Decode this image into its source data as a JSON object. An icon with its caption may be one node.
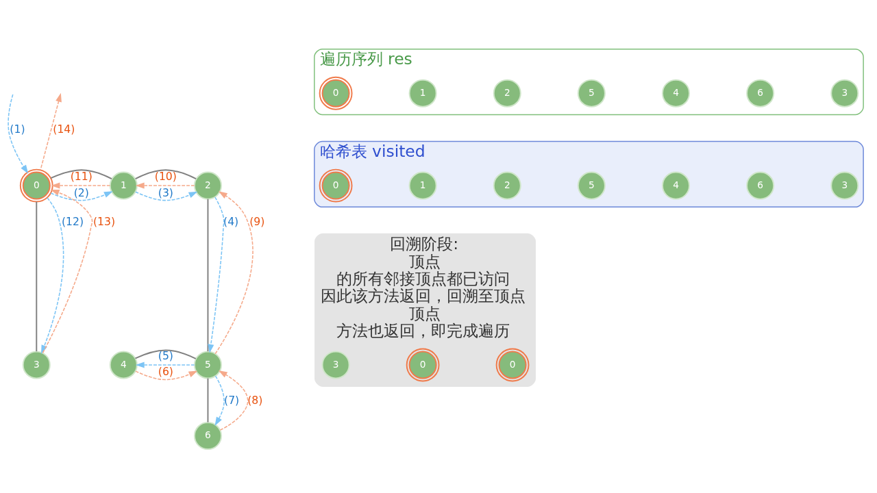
{
  "diagram": {
    "nodes": [
      {
        "text": [
          "0"
        ]
      },
      {
        "text": [
          "1"
        ]
      },
      {
        "text": [
          "2"
        ]
      },
      {
        "text": [
          "3"
        ]
      },
      {
        "text": [
          "4"
        ]
      },
      {
        "text": [
          "5"
        ]
      },
      {
        "text": [
          "6"
        ]
      },
      {
        "text": [
          "遍历序列 res"
        ]
      },
      {
        "text": [
          "0"
        ],
        "in": 7
      },
      {
        "text": [
          "1"
        ],
        "in": 7
      },
      {
        "text": [
          "2"
        ],
        "in": 7
      },
      {
        "text": [
          "5"
        ],
        "in": 7
      },
      {
        "text": [
          "4"
        ],
        "in": 7
      },
      {
        "text": [
          "6"
        ],
        "in": 7
      },
      {
        "text": [
          "3"
        ],
        "in": 7
      },
      {
        "text": [
          "哈希表 visited"
        ]
      },
      {
        "text": [
          "0"
        ],
        "in": 15
      },
      {
        "text": [
          "1"
        ],
        "in": 15
      },
      {
        "text": [
          "2"
        ],
        "in": 15
      },
      {
        "text": [
          "5"
        ],
        "in": 15
      },
      {
        "text": [
          "4"
        ],
        "in": 15
      },
      {
        "text": [
          "6"
        ],
        "in": 15
      },
      {
        "text": [
          "3"
        ],
        "in": 15
      },
      {
        "text": [
          "回溯阶段:",
          "顶点",
          "的所有邻接顶点都已访问",
          "因此该方法返回，回溯至顶点",
          "顶点",
          "方法也返回，即完成遍历"
        ]
      },
      {
        "text": [
          "3"
        ],
        "in": 23
      },
      {
        "text": [
          "0"
        ],
        "in": 23
      },
      {
        "text": [
          "0"
        ],
        "in": 23
      }
    ],
    "edges": [
      {
        "from": 0,
        "to": 1,
        "arrow": "none",
        "color": "#808080"
      },
      {
        "from": 1,
        "to": 2,
        "arrow": "none",
        "color": "#808080"
      },
      {
        "from": 0,
        "to": 3,
        "arrow": "none",
        "color": "#808080"
      },
      {
        "from": 2,
        "to": 5,
        "arrow": "none",
        "color": "#808080"
      },
      {
        "from": 4,
        "to": 5,
        "arrow": "none",
        "color": "#808080"
      },
      {
        "from": 5,
        "to": 6,
        "arrow": "none",
        "color": "#808080"
      },
      {
        "from": null,
        "to": 0,
        "arrow": "to",
        "label": "(1)",
        "style": "dashed",
        "color": "#7cc4f5"
      },
      {
        "from": 0,
        "to": 1,
        "arrow": "to",
        "label": "(2)",
        "style": "dashed",
        "color": "#7cc4f5"
      },
      {
        "from": 1,
        "to": 2,
        "arrow": "to",
        "label": "(3)",
        "style": "dashed",
        "color": "#7cc4f5"
      },
      {
        "from": 2,
        "to": 5,
        "arrow": "to",
        "label": "(4)",
        "style": "dashed",
        "color": "#7cc4f5"
      },
      {
        "from": 5,
        "to": 4,
        "arrow": "to",
        "label": "(5)",
        "style": "dashed",
        "color": "#7cc4f5"
      },
      {
        "from": 4,
        "to": 5,
        "arrow": "to",
        "label": "(6)",
        "style": "dashed",
        "color": "#f5a98a"
      },
      {
        "from": 5,
        "to": 6,
        "arrow": "to",
        "label": "(7)",
        "style": "dashed",
        "color": "#7cc4f5"
      },
      {
        "from": 6,
        "to": 5,
        "arrow": "to",
        "label": "(8)",
        "style": "dashed",
        "color": "#f5a98a"
      },
      {
        "from": 5,
        "to": 2,
        "arrow": "to",
        "label": "(9)",
        "style": "dashed",
        "color": "#f5a98a"
      },
      {
        "from": 2,
        "to": 1,
        "arrow": "to",
        "label": "(10)",
        "style": "dashed",
        "color": "#f5a98a"
      },
      {
        "from": 1,
        "to": 0,
        "arrow": "to",
        "label": "(11)",
        "style": "dashed",
        "color": "#f5a98a"
      },
      {
        "from": 0,
        "to": 3,
        "arrow": "to",
        "label": "(12)",
        "style": "dashed",
        "color": "#7cc4f5"
      },
      {
        "from": 3,
        "to": 0,
        "arrow": "to",
        "label": "(13)",
        "style": "dashed",
        "color": "#f5a98a"
      },
      {
        "from": 0,
        "to": null,
        "arrow": "to",
        "label": "(14)",
        "style": "dashed",
        "color": "#f5a98a"
      }
    ]
  }
}
